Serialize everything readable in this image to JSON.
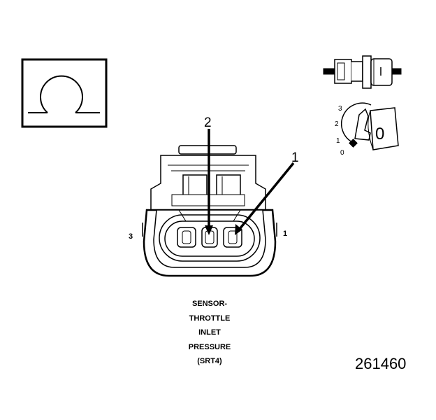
{
  "ohm_symbol": "Ω",
  "callouts": {
    "pin2": "2",
    "pin1": "1"
  },
  "cavity_labels": {
    "left": "3",
    "right": "1"
  },
  "meter_scale": {
    "s3": "3",
    "s2": "2",
    "s1": "1",
    "s0": "0",
    "reading": "0"
  },
  "caption_lines": [
    "SENSOR-",
    "THROTTLE",
    "INLET",
    "PRESSURE",
    "(SRT4)"
  ],
  "figure_number": "261460",
  "icons": [
    "ohmmeter-icon",
    "probe-connector-icon",
    "meter-dial-icon",
    "connector-face-icon"
  ],
  "colors": {
    "ink": "#000000",
    "background": "#ffffff"
  }
}
